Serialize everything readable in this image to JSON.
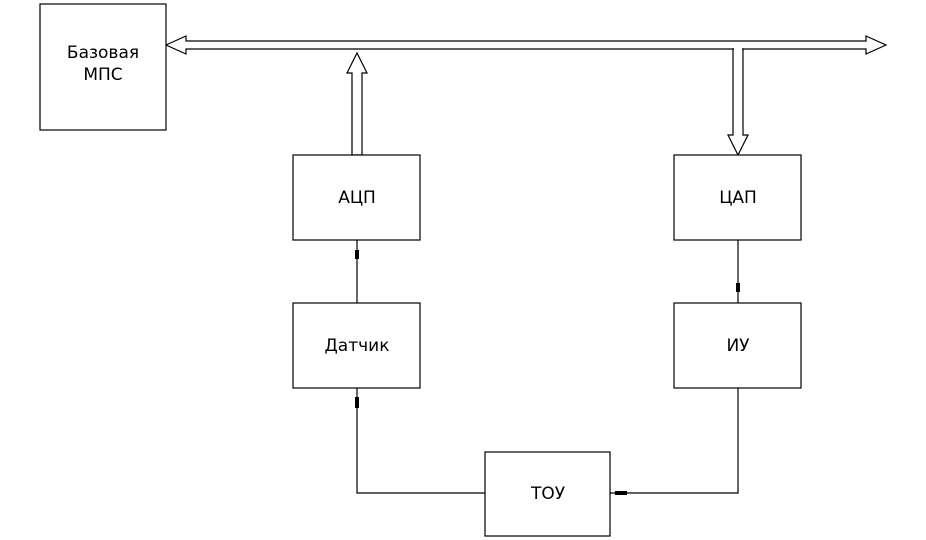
{
  "blocks": {
    "base_mps": {
      "line1": "Базовая",
      "line2": "МПС"
    },
    "adc": {
      "label": "АЦП"
    },
    "dac": {
      "label": "ЦАП"
    },
    "sensor": {
      "label": "Датчик"
    },
    "actuator": {
      "label": "ИУ"
    },
    "plant": {
      "label": "ТОУ"
    }
  }
}
